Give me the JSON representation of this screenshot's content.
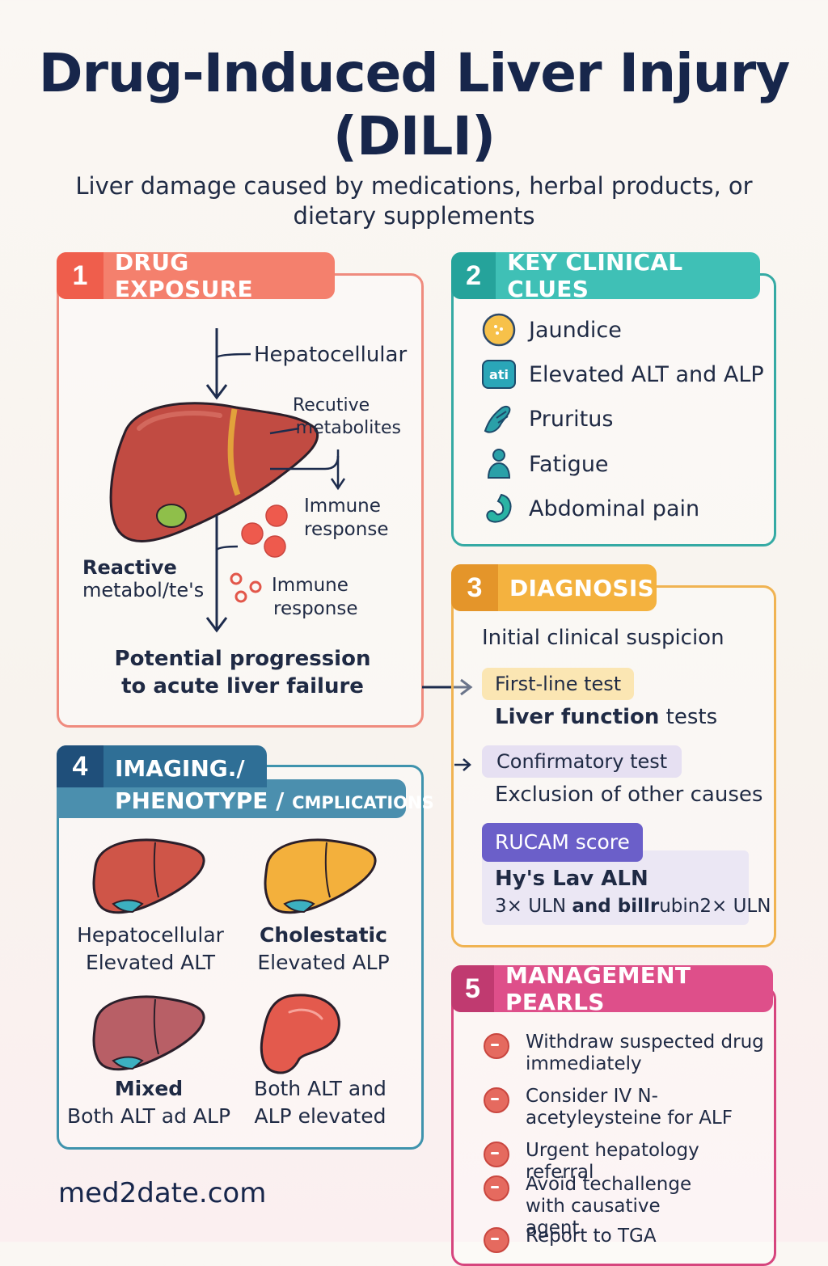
{
  "title_line1": "Drug-Induced Liver Injury",
  "title_line2": "(DILI)",
  "subtitle": "Liver damage caused by medications, herbal products, or dietary supplements",
  "panel1": {
    "num": "1",
    "label": "DRUG EXPOSURE",
    "hepatocellular": "Hepatocellular",
    "recutive_1": "Recutive",
    "recutive_2": "metabolites",
    "immune1_1": "Immune",
    "immune1_2": "response",
    "reactive_1": "Reactive",
    "reactive_2": "metabol/te's",
    "immune2_1": "Immune",
    "immune2_2": "response",
    "progression_1": "Potential progression",
    "progression_2": "to acute liver failure",
    "colors": {
      "accent": "#ee6a5a",
      "border": "#ef8b7e"
    }
  },
  "panel2": {
    "num": "2",
    "label": "KEY CLINICAL CLUES",
    "items": [
      {
        "label": "Jaundice",
        "icon": "sun-dots-icon"
      },
      {
        "label": "Elevated ALT and ALP",
        "icon": "lab-badge-icon"
      },
      {
        "label": "Pruritus",
        "icon": "scratch-hand-icon"
      },
      {
        "label": "Fatigue",
        "icon": "tired-person-icon"
      },
      {
        "label": "Abdominal pain",
        "icon": "stomach-icon"
      }
    ],
    "lab_badge_text": "ati",
    "colors": {
      "accent": "#2bb3ac"
    }
  },
  "panel3": {
    "num": "3",
    "label": "DIAGNOSIS",
    "initial": "Initial clinical suspicion",
    "first_line_tag": "First-line test",
    "first_line_bold": "Liver function",
    "first_line_rest": " tests",
    "confirmatory_tag": "Confirmatory test",
    "confirmatory_text": "Exclusion of other causes",
    "rucam_tag": "RUCAM score",
    "hys_law": "Hy's Lav ALN",
    "hys_criteria_a": "3× ULN ",
    "hys_criteria_b": "and billr",
    "hys_criteria_c": "ubin2× ULN",
    "colors": {
      "accent": "#f0a23c",
      "border": "#f0b352"
    }
  },
  "panel4": {
    "num": "4",
    "label_1": "IMAGING./",
    "label_2a": "PHENOTYPE / ",
    "label_2b": "CMPLICATIONS",
    "phenotypes": [
      {
        "name": "Hepatocellular",
        "desc": "Elevated ALT",
        "bold": false
      },
      {
        "name": "Cholestatic",
        "desc": "Elevated ALP",
        "bold": true
      },
      {
        "name": "Mixed",
        "desc": "Both ALT ad ALP",
        "bold": true
      },
      {
        "name": "Both ALT and",
        "desc": "ALP elevated",
        "bold": false
      }
    ],
    "colors": {
      "accent": "#2f6f96",
      "header2": "#4b8fae"
    }
  },
  "panel5": {
    "num": "5",
    "label": "MANAGEMENT PEARLS",
    "items": [
      "Withdraw suspected drug immediately",
      "Consider IV N-acetyleysteine for ALF",
      "Urgent hepatology referral",
      "Avoid techallenge with causative agent",
      "Report to TGA"
    ],
    "colors": {
      "accent": "#d6457e"
    }
  },
  "footer": "med2date.com"
}
